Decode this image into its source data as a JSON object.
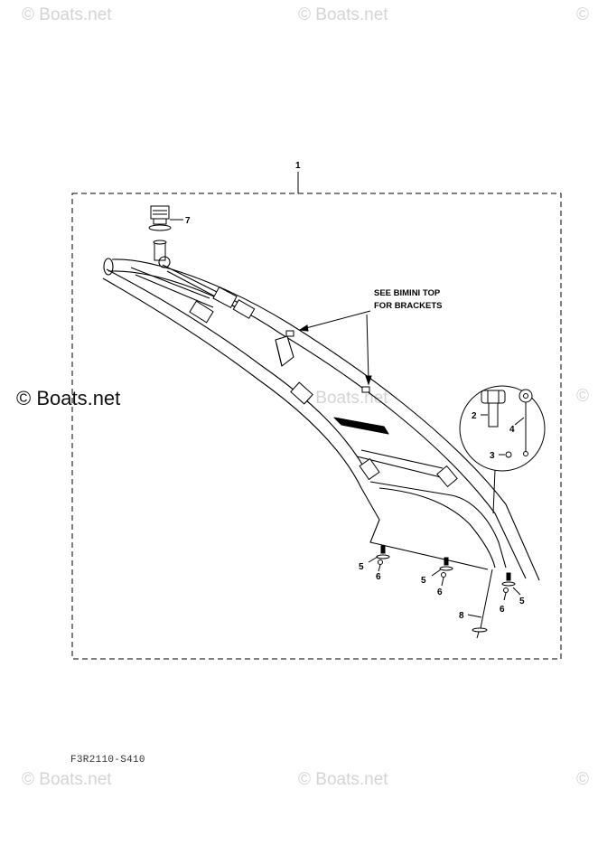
{
  "watermarks": {
    "text": "© Boats.net",
    "icon_text": "©",
    "faint_color": "#d4d4d4",
    "dark_color": "#111111"
  },
  "diagram": {
    "note_line1": "SEE BIMINI TOP",
    "note_line2": "FOR BRACKETS",
    "callouts": {
      "c1": "1",
      "c2": "2",
      "c3": "3",
      "c4": "4",
      "c5": "5",
      "c6": "6",
      "c7": "7",
      "c8": "8"
    },
    "drawing_code": "F3R2110-S410"
  }
}
